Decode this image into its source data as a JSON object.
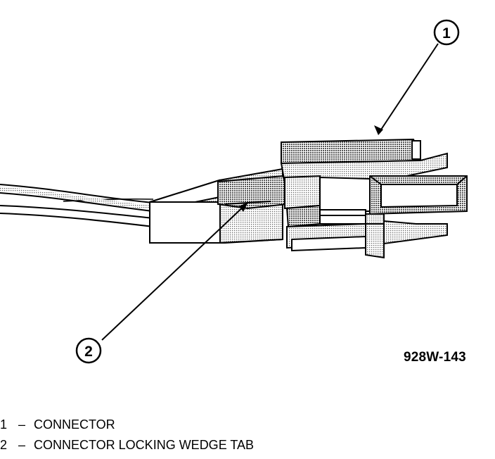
{
  "figure": {
    "code": "928W-143",
    "callouts": [
      {
        "number": "1",
        "label": "CONNECTOR"
      },
      {
        "number": "2",
        "label": "CONNECTOR LOCKING WEDGE TAB"
      }
    ]
  },
  "legend": [
    {
      "number": "1",
      "dash": "–",
      "text": "CONNECTOR"
    },
    {
      "number": "2",
      "dash": "–",
      "text": "CONNECTOR LOCKING WEDGE TAB"
    }
  ],
  "colors": {
    "ink": "#000000",
    "shade_dark": "#8a8a8a",
    "shade_light": "#c4c4c4",
    "paper": "#ffffff"
  }
}
